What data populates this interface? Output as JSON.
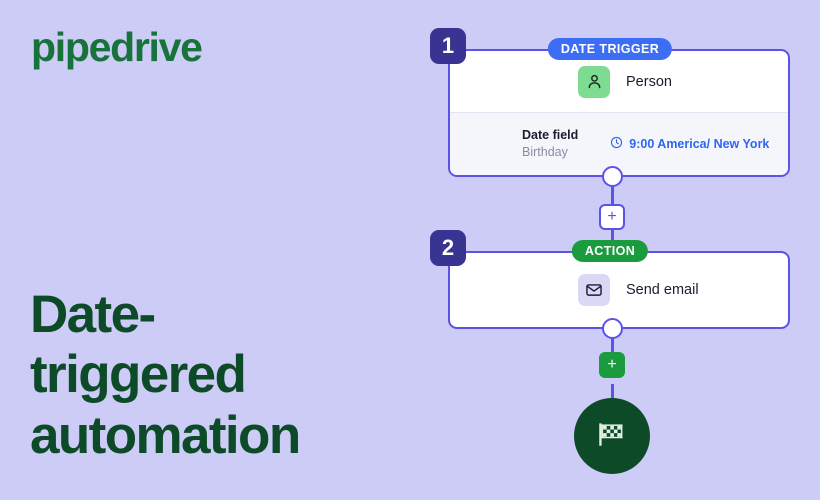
{
  "brand": {
    "logo_text": "pipedrive",
    "logo_color": "#17733a"
  },
  "headline": {
    "line1": "Date-",
    "line2": "triggered",
    "line3": "automation",
    "color": "#0d4a27"
  },
  "colors": {
    "background": "#ccccf7",
    "connector": "#5b52e8",
    "badge": "#393491",
    "trigger_pill": "#3b6ef5",
    "action_pill": "#1a9c3e",
    "link_blue": "#2f66ef",
    "person_tile": "#7ddc92",
    "email_tile": "#d9d9f7",
    "end_node": "#0d4a27"
  },
  "flow": {
    "steps": [
      {
        "number": "1",
        "pill_label": "DATE TRIGGER",
        "icon": "person-icon",
        "title": "Person",
        "field_label": "Date field",
        "field_value": "Birthday",
        "time_icon": "clock-icon",
        "time_value": "9:00 America/ New York"
      },
      {
        "number": "2",
        "pill_label": "ACTION",
        "icon": "envelope-icon",
        "title": "Send email"
      }
    ],
    "add_step_label": "+",
    "add_step_label_2": "+",
    "end_icon": "checkered-flag-icon"
  }
}
